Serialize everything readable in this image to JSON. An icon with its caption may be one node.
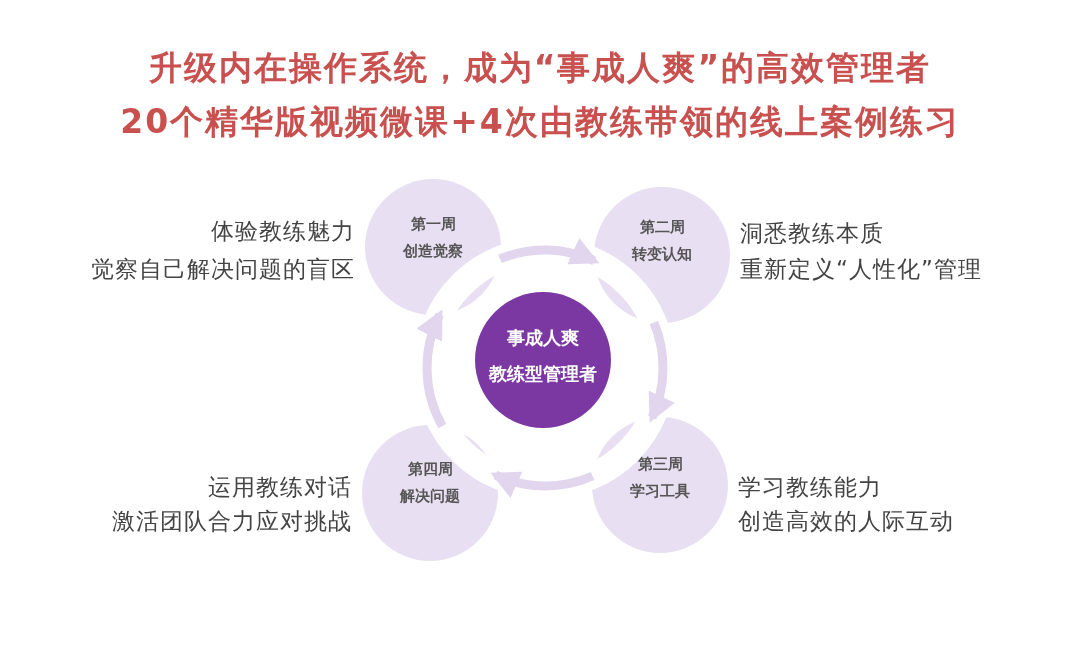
{
  "diagram": {
    "title": "升级内在操作系统，成为“事成人爽”的高效管理者",
    "nodes": [
      {
        "text": [
          "第一周",
          "创造觉察"
        ],
        "beside": [
          "体验教练魅力",
          "觉察自己解决问题的盲区"
        ]
      },
      {
        "text": [
          "第二周",
          "转变认知"
        ],
        "beside": [
          "洞悉教练本质",
          "重新定义“人性化”管理"
        ]
      },
      {
        "text": [
          "事成人爽",
          "教练型管理者"
        ]
      },
      {
        "text": [
          "第四周",
          "解决问题"
        ],
        "beside": [
          "运用教练对话",
          "激活团队合力应对挑战"
        ]
      },
      {
        "text": [
          "第三周",
          "学习工具"
        ],
        "beside": [
          "学习教练能力",
          "创造高效的人际互动"
        ]
      }
    ],
    "edges": [
      {
        "from": 0,
        "to": 1,
        "arrow": "to"
      },
      {
        "from": 1,
        "to": 4,
        "arrow": "to"
      },
      {
        "from": 4,
        "to": 3,
        "arrow": "to"
      },
      {
        "from": 3,
        "to": 0,
        "arrow": "to"
      }
    ],
    "labels": [
      "20个精华版视频微课+4次由教练带领的线上案例练习"
    ]
  }
}
